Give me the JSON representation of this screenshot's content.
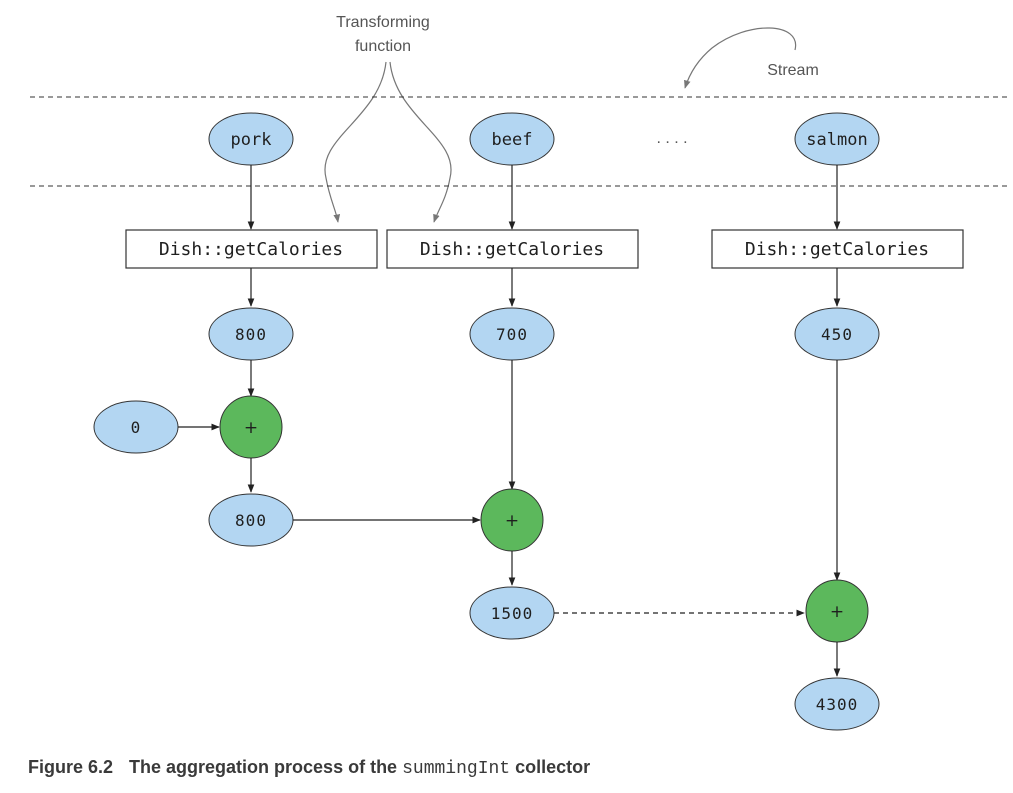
{
  "annotations": {
    "transforming_line1": "Transforming",
    "transforming_line2": "function",
    "stream": "Stream"
  },
  "stream_items": {
    "item1": "pork",
    "item2": "beef",
    "ellipsis": ". . . .",
    "item3": "salmon"
  },
  "transform_boxes": {
    "box1": "Dish::getCalories",
    "box2": "Dish::getCalories",
    "box3": "Dish::getCalories"
  },
  "calorie_values": {
    "pork": "800",
    "beef": "700",
    "salmon": "450"
  },
  "accumulator": {
    "initial": "0",
    "operator": "+",
    "partial1": "800",
    "partial2": "1500",
    "result": "4300"
  },
  "caption": {
    "figure": "Figure 6.2",
    "text_before": "The aggregation process of the",
    "code": "summingInt",
    "text_after": "collector"
  },
  "colors": {
    "value_node_fill": "#b3d6f2",
    "operator_fill": "#5cb85c",
    "annotation_gray": "#666666"
  }
}
